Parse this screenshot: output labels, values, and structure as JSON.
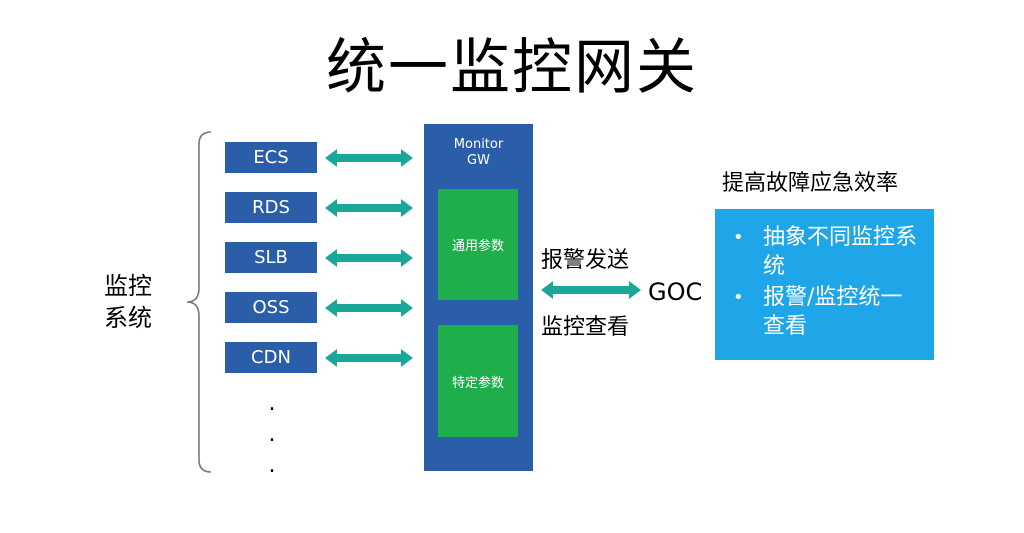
{
  "title": "统一监控网关",
  "monitor_systems_label": "监控系统",
  "systems": [
    "ECS",
    "RDS",
    "SLB",
    "OSS",
    "CDN"
  ],
  "more_marker": ".\n.\n.",
  "gateway": {
    "title": "Monitor GW",
    "general_params": "通用参数",
    "specific_params": "特定参数"
  },
  "alert_send": "报警发送",
  "monitor_view": "监控查看",
  "goc": "GOC",
  "efficiency": {
    "title": "提高故障应急效率",
    "bullets": [
      "抽象不同监控系统",
      "报警/监控统一查看"
    ]
  },
  "colors": {
    "system_box": "#2a5ea8",
    "gateway": "#2a5ea8",
    "param_box": "#1fae4c",
    "arrow": "#1aa79a",
    "efficiency_box": "#1ea6e8"
  }
}
